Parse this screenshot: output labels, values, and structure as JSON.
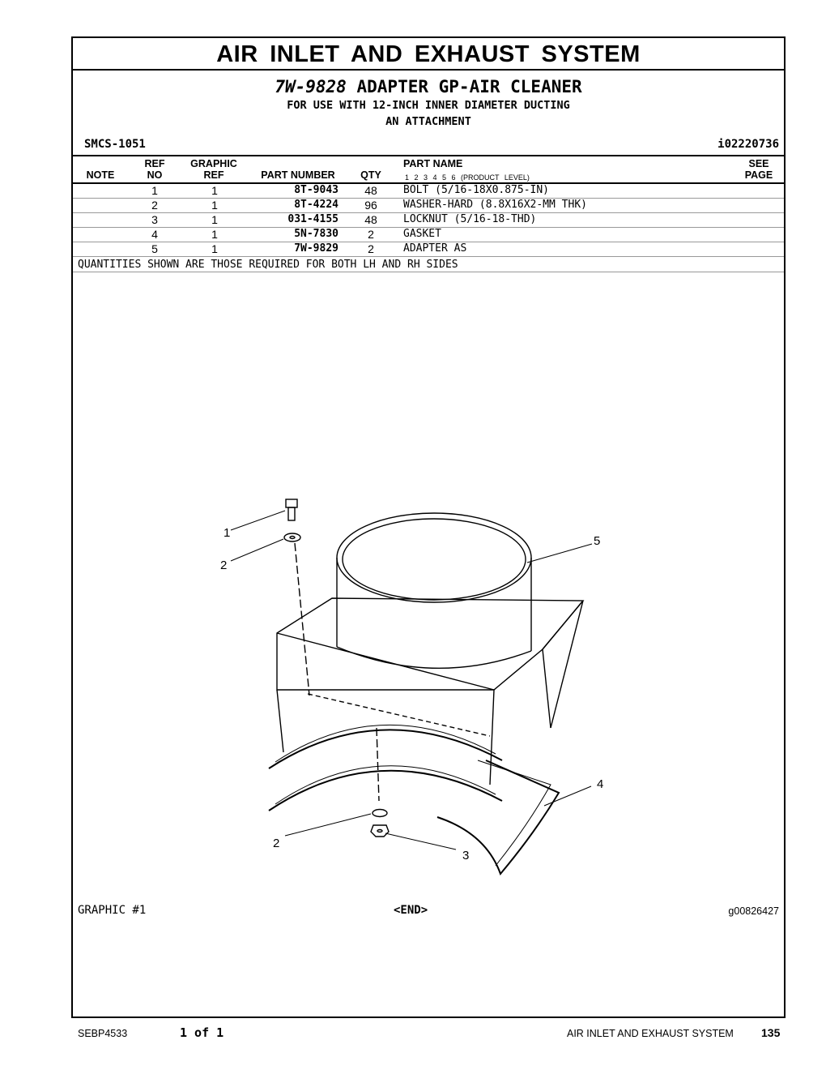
{
  "header": {
    "section_title": "AIR INLET AND EXHAUST SYSTEM",
    "group_part_number": "7W-9828",
    "group_name": "ADAPTER GP-AIR CLEANER",
    "usage_line_1": "FOR USE WITH 12-INCH INNER DIAMETER DUCTING",
    "usage_line_2": "AN ATTACHMENT",
    "smcs": "SMCS-1051",
    "info_id": "i02220736"
  },
  "table": {
    "col_note": "NOTE",
    "col_ref_a": "REF",
    "col_ref_b": "NO",
    "col_graphic_a": "GRAPHIC",
    "col_graphic_b": "REF",
    "col_part_number": "PART NUMBER",
    "col_qty": "QTY",
    "col_part_name": "PART NAME",
    "product_level": "1 2 3 4 5 6 (PRODUCT LEVEL)",
    "col_see_a": "SEE",
    "col_see_b": "PAGE",
    "rows": [
      {
        "ref": "1",
        "graphic": "1",
        "part_number": "8T-9043",
        "qty": "48",
        "name": "BOLT (5/16-18X0.875-IN)"
      },
      {
        "ref": "2",
        "graphic": "1",
        "part_number": "8T-4224",
        "qty": "96",
        "name": "WASHER-HARD (8.8X16X2-MM THK)"
      },
      {
        "ref": "3",
        "graphic": "1",
        "part_number": "031-4155",
        "qty": "48",
        "name": "LOCKNUT (5/16-18-THD)"
      },
      {
        "ref": "4",
        "graphic": "1",
        "part_number": "5N-7830",
        "qty": "2",
        "name": "GASKET"
      },
      {
        "ref": "5",
        "graphic": "1",
        "part_number": "7W-9829",
        "qty": "2",
        "name": "ADAPTER AS"
      }
    ],
    "note": "QUANTITIES SHOWN ARE THOSE REQUIRED FOR BOTH LH AND RH SIDES"
  },
  "graphic": {
    "label": "GRAPHIC #1",
    "end": "<END>",
    "id": "g00826427",
    "callouts": [
      "1",
      "2",
      "5",
      "4",
      "2",
      "3"
    ]
  },
  "footer": {
    "doc": "SEBP4533",
    "pages": "1 of 1",
    "section": "AIR INLET AND EXHAUST SYSTEM",
    "page_number": "135"
  }
}
